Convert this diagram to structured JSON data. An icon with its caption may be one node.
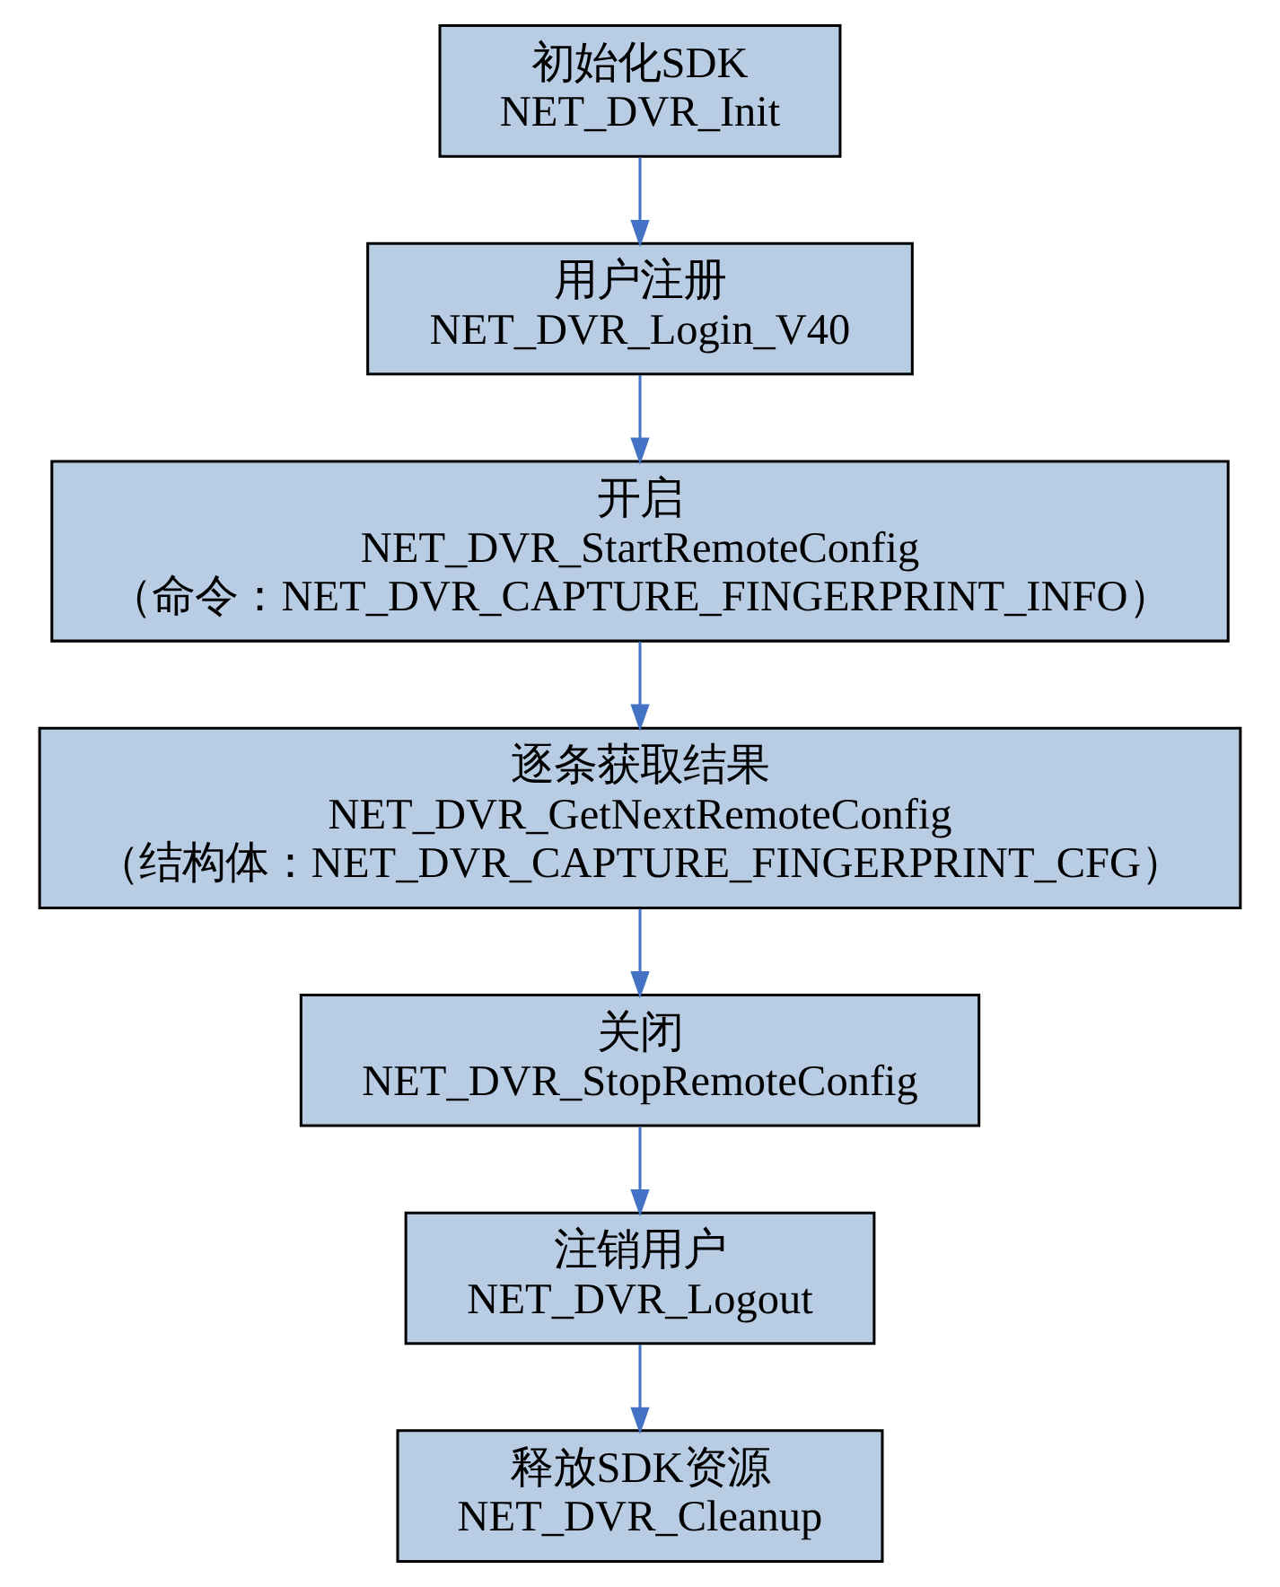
{
  "diagram": {
    "nodes": [
      {
        "text": [
          "初始化SDK",
          "NET_DVR_Init"
        ]
      },
      {
        "text": [
          "用户注册",
          "NET_DVR_Login_V40"
        ]
      },
      {
        "text": [
          "开启",
          "NET_DVR_StartRemoteConfig",
          "（命令：NET_DVR_CAPTURE_FINGERPRINT_INFO）"
        ]
      },
      {
        "text": [
          "逐条获取结果",
          "NET_DVR_GetNextRemoteConfig",
          "（结构体：NET_DVR_CAPTURE_FINGERPRINT_CFG）"
        ]
      },
      {
        "text": [
          "关闭",
          "NET_DVR_StopRemoteConfig"
        ]
      },
      {
        "text": [
          "注销用户",
          "NET_DVR_Logout"
        ]
      },
      {
        "text": [
          "释放SDK资源",
          "NET_DVR_Cleanup"
        ]
      }
    ],
    "edges": [
      {
        "from": 0,
        "to": 1,
        "arrow": "to"
      },
      {
        "from": 1,
        "to": 2,
        "arrow": "to"
      },
      {
        "from": 2,
        "to": 3,
        "arrow": "to"
      },
      {
        "from": 3,
        "to": 4,
        "arrow": "to"
      },
      {
        "from": 4,
        "to": 5,
        "arrow": "to"
      },
      {
        "from": 5,
        "to": 6,
        "arrow": "to"
      }
    ]
  }
}
